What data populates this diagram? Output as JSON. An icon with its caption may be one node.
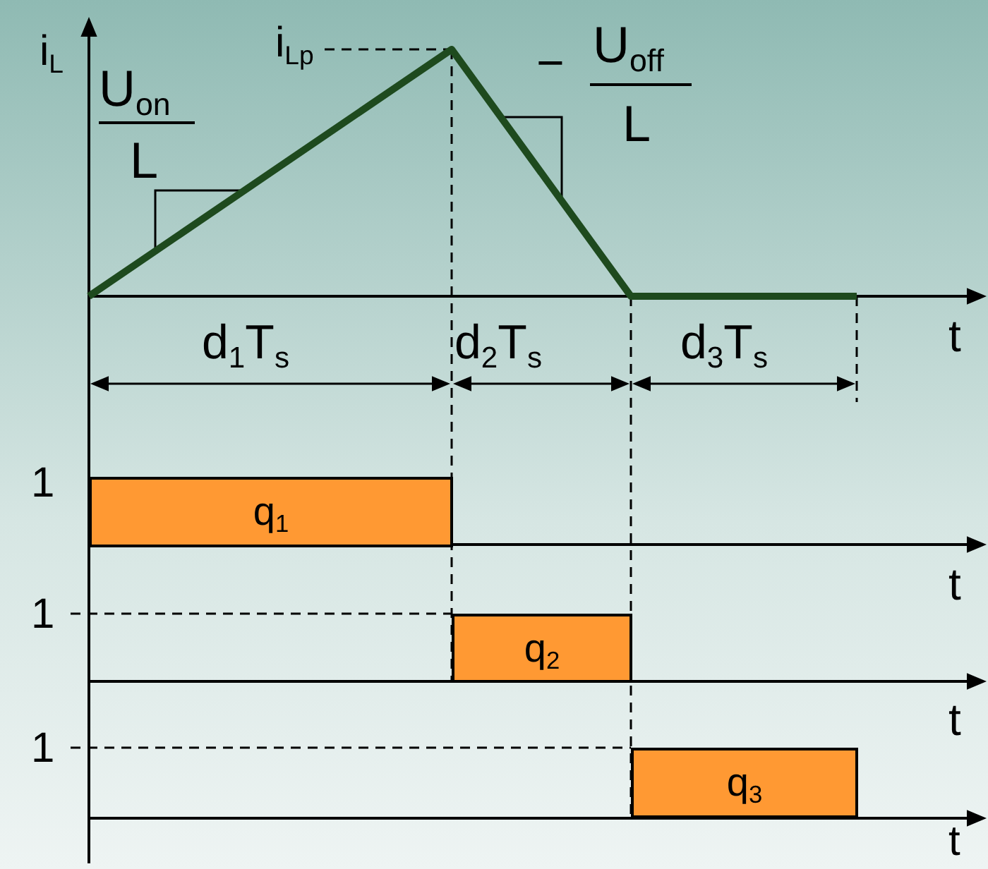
{
  "diagram": {
    "nodes": [
      {
        "text": [
          "q$_{1}$"
        ]
      },
      {
        "text": [
          "q$_{2}$"
        ]
      },
      {
        "text": [
          "q$_{3}$"
        ]
      }
    ],
    "labels": [
      "i$_{L}$",
      "U$_{on}$",
      "i$_{Lp}$",
      "−",
      "U$_{off}$",
      "L",
      "L",
      "t",
      "d$_{1}$T$_{s}$",
      "d$_{2}$T$_{s}$",
      "d$_{3}$T$_{s}$",
      "1",
      "t",
      "1",
      "t",
      "1",
      "t"
    ]
  }
}
